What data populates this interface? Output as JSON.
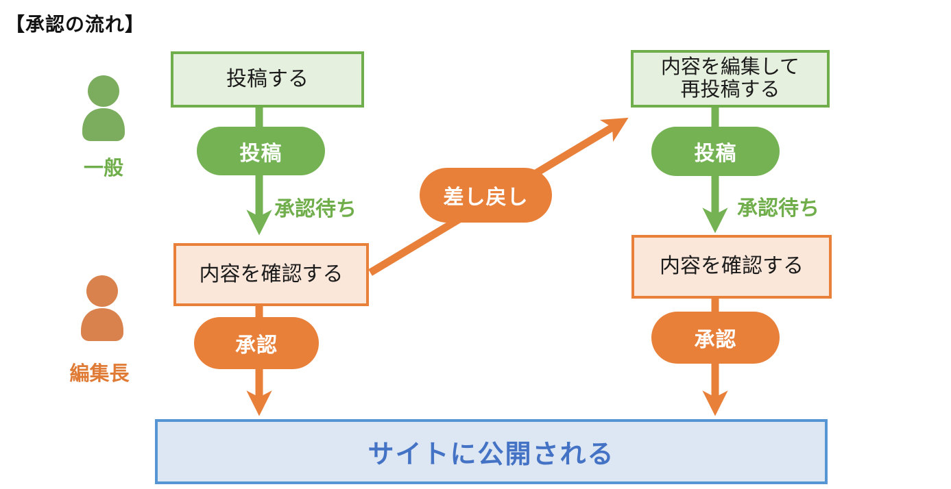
{
  "title": "【承認の流れ】",
  "actors": {
    "general": {
      "label": "一般"
    },
    "editor": {
      "label": "編集長"
    }
  },
  "left_flow": {
    "post_action_box": "投稿する",
    "post_button": "投稿",
    "pending_label": "承認待ち",
    "review_box": "内容を確認する",
    "approve_button": "承認"
  },
  "right_flow": {
    "repost_box_line1": "内容を編集して",
    "repost_box_line2": "再投稿する",
    "post_button": "投稿",
    "pending_label": "承認待ち",
    "review_box": "内容を確認する",
    "approve_button": "承認"
  },
  "return_flow": {
    "label": "差し戻し"
  },
  "publish_box": {
    "label": "サイトに公開される"
  },
  "colors": {
    "green": "#74b253",
    "green_border": "#6fae4a",
    "green_fill": "#e6f0de",
    "green_person": "#7cad5e",
    "orange": "#e8803a",
    "orange_fill": "#fbe7da",
    "orange_person": "#d9824e",
    "blue_border": "#5695d4",
    "blue_fill": "#dce7f3",
    "blue_text": "#4472c4"
  }
}
